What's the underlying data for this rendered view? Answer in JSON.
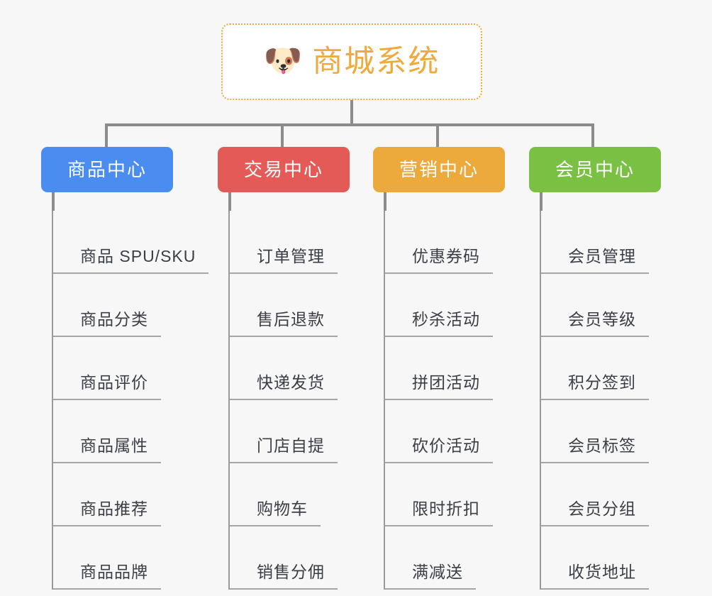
{
  "background_color": "#f7f7f8",
  "root": {
    "icon": "dog-face-emoji",
    "icon_glyph": "🐶",
    "title": "商城系统",
    "border_color": "#eaa93c",
    "text_color": "#eeaa3c"
  },
  "connector_color": "#8c8c8c",
  "branches": [
    {
      "title": "商品中心",
      "color": "#4a8cf0",
      "items": [
        "商品 SPU/SKU",
        "商品分类",
        "商品评价",
        "商品属性",
        "商品推荐",
        "商品品牌"
      ]
    },
    {
      "title": "交易中心",
      "color": "#e35a56",
      "items": [
        "订单管理",
        "售后退款",
        "快递发货",
        "门店自提",
        "购物车",
        "销售分佣"
      ]
    },
    {
      "title": "营销中心",
      "color": "#eca93c",
      "items": [
        "优惠券码",
        "秒杀活动",
        "拼团活动",
        "砍价活动",
        "限时折扣",
        "满减送"
      ]
    },
    {
      "title": "会员中心",
      "color": "#7ac143",
      "items": [
        "会员管理",
        "会员等级",
        "积分签到",
        "会员标签",
        "会员分组",
        "收货地址"
      ]
    }
  ]
}
